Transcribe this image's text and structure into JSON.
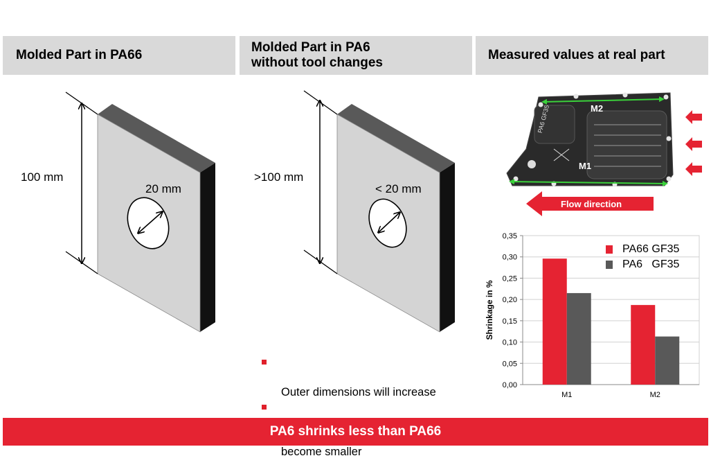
{
  "headers": {
    "pa66_title": "Molded Part in PA66",
    "pa6_title_line1": "Molded Part in PA6",
    "pa6_title_line2": "without tool changes",
    "measured_title": "Measured values at real part"
  },
  "pa66_part": {
    "height_label": "100 mm",
    "hole_label": "20 mm"
  },
  "pa6_part": {
    "height_label": ">100 mm",
    "hole_label": "< 20 mm"
  },
  "bullets": [
    "Outer dimensions will increase",
    "Inner dimensions like holes will\nbecome smaller"
  ],
  "photo": {
    "m1_label": "M1",
    "m2_label": "M2",
    "flow_label": "Flow direction",
    "marking_text": "PA6\nGF35"
  },
  "chart_data": {
    "type": "bar",
    "categories": [
      "M1",
      "M2"
    ],
    "series": [
      {
        "name": "PA66 GF35",
        "values": [
          0.296,
          0.187
        ],
        "color": "#e52332"
      },
      {
        "name": "PA6   GF35",
        "values": [
          0.215,
          0.113
        ],
        "color": "#595959"
      }
    ],
    "ylabel": "Shrinkage in %",
    "ylim": [
      0,
      0.35
    ],
    "yticks": [
      "0,00",
      "0,05",
      "0,10",
      "0,15",
      "0,20",
      "0,25",
      "0,30",
      "0,35"
    ],
    "grid": true,
    "legend_position": "top-right"
  },
  "footer": {
    "statement": "PA6 shrinks less than PA66"
  }
}
